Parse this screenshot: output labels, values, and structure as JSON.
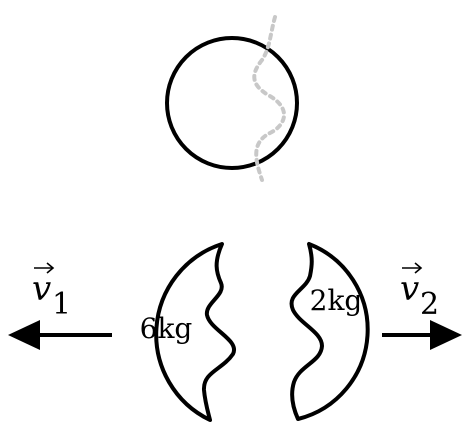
{
  "fragments": [
    {
      "mass_label": "6kg"
    },
    {
      "mass_label": "2kg"
    }
  ],
  "velocities": [
    {
      "symbol": "v",
      "subscript": "1"
    },
    {
      "symbol": "v",
      "subscript": "2"
    }
  ],
  "colors": {
    "outline": "#000000",
    "crack": "#c8c8c8",
    "background": "#ffffff"
  }
}
